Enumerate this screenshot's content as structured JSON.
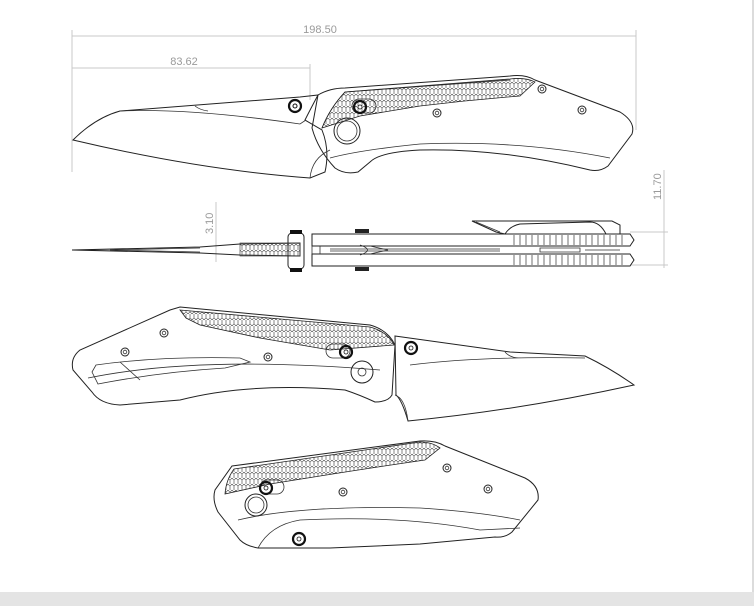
{
  "drawing": {
    "subject": "folding knife technical drawing",
    "views": [
      "side-open",
      "top-edge",
      "reverse-side-open",
      "closed"
    ],
    "dimensions": {
      "overall_length": "198.50",
      "blade_length": "83.62",
      "blade_thickness": "3.10",
      "handle_thickness": "11.70"
    },
    "colors": {
      "background": "#ffffff",
      "lines": "#222222",
      "dimension": "#9a9a9a",
      "footer": "#e4e4e4"
    }
  }
}
